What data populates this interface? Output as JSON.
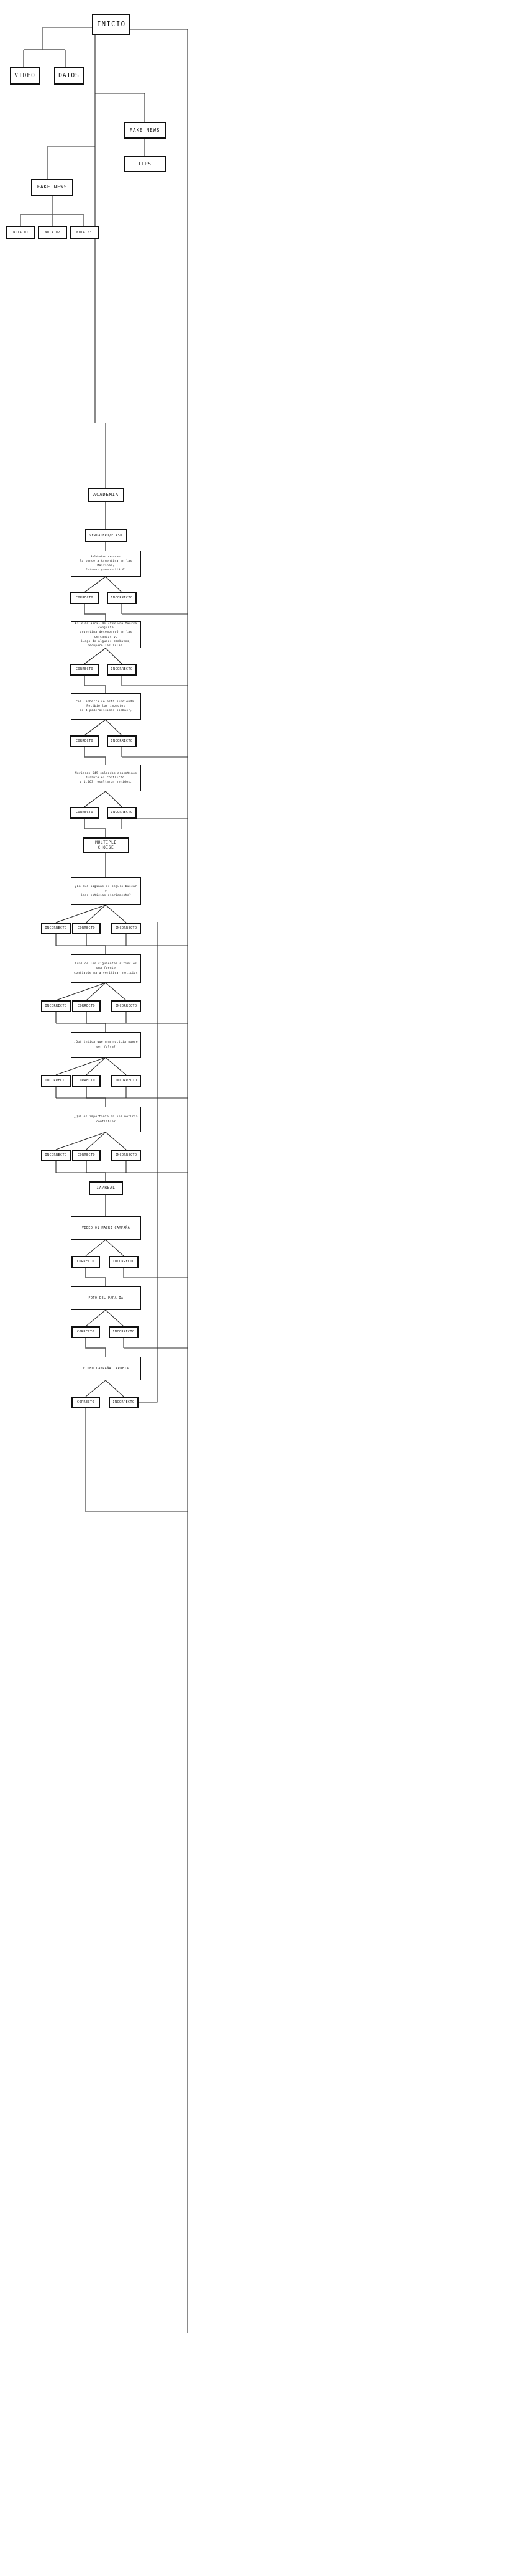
{
  "diagram": {
    "title": "INICIO",
    "type": "flowchart",
    "background_color": "#ffffff",
    "box_border_color": "#111111",
    "connector_color": "#2b2b2b"
  },
  "nodes": {
    "inicio": "INICIO",
    "video": "VIDEO",
    "datos": "DATOS",
    "fake_news_right": "FAKE NEWS",
    "tips": "TIPS",
    "fake_news_left": "FAKE NEWS",
    "nota_01": "NOTA 01",
    "nota_02": "NOTA 02",
    "nota_03": "NOTA 03",
    "academia": "ACADEMIA",
    "verdadero_falso": "VERDADERO/FLASO",
    "multiple_choise": "MULTIPLE CHOISE",
    "ia_real": "IA/REAL"
  },
  "answers": {
    "correcto": "CORRECTO",
    "incorrecto": "INCORRECTO"
  },
  "true_false_questions": [
    {
      "id": "tf1",
      "text": "Soldados reponen\nla bandera Argentina en las Malvinas,\nEstamos ganando!!A 01",
      "options": [
        "CORRECTO",
        "INCORRECTO"
      ]
    },
    {
      "id": "tf2",
      "text": "El 2 de abril de 1982 una fuerza conjunta\nargentina desembarcó en las cercanías y,\nluego de algunos combates, recuperó las islas.",
      "options": [
        "CORRECTO",
        "INCORRECTO"
      ]
    },
    {
      "id": "tf3",
      "text": "\"El Canberra se está hundiendo.\nRecibió los impactos\nde 4 poderosísimas bombas\",",
      "options": [
        "CORRECTO",
        "INCORRECTO"
      ]
    },
    {
      "id": "tf4",
      "text": "Murieron 649 soldados argentinos\ndurante el conflicto,\ny 1.063 resultaron heridos.",
      "options": [
        "CORRECTO",
        "INCORRECTO"
      ]
    }
  ],
  "multiple_choice_questions": [
    {
      "id": "mc1",
      "text": "¿En qué páginas es seguro buscar y\nleer noticias diariamente?",
      "options": [
        "INCORRECTO",
        "CORRECTO",
        "INCORRECTO"
      ]
    },
    {
      "id": "mc2",
      "text": "Cuál de los siguientes sitios es una fuente\nconfiable para verificar noticias",
      "options": [
        "INCORRECTO",
        "CORRECTO",
        "INCORRECTO"
      ]
    },
    {
      "id": "mc3",
      "text": "¿Qué indica que una noticia puede ser falsa?",
      "options": [
        "INCORRECTO",
        "CORRECTO",
        "INCORRECTO"
      ]
    },
    {
      "id": "mc4",
      "text": "¿Qué es importante en una noticia confiable?",
      "options": [
        "INCORRECTO",
        "CORRECTO",
        "INCORRECTO"
      ]
    }
  ],
  "ia_real_items": [
    {
      "id": "ia1",
      "text": "VIDEO 01 MACRI CAMPAÑA",
      "options": [
        "CORRECTO",
        "INCORRECTO"
      ]
    },
    {
      "id": "ia2",
      "text": "FOTO DEL PAPA IA",
      "options": [
        "CORRECTO",
        "INCORRECTO"
      ]
    },
    {
      "id": "ia3",
      "text": "VIDEO CAMPAÑA LARRETA",
      "options": [
        "CORRECTO",
        "INCORRECTO"
      ]
    }
  ]
}
